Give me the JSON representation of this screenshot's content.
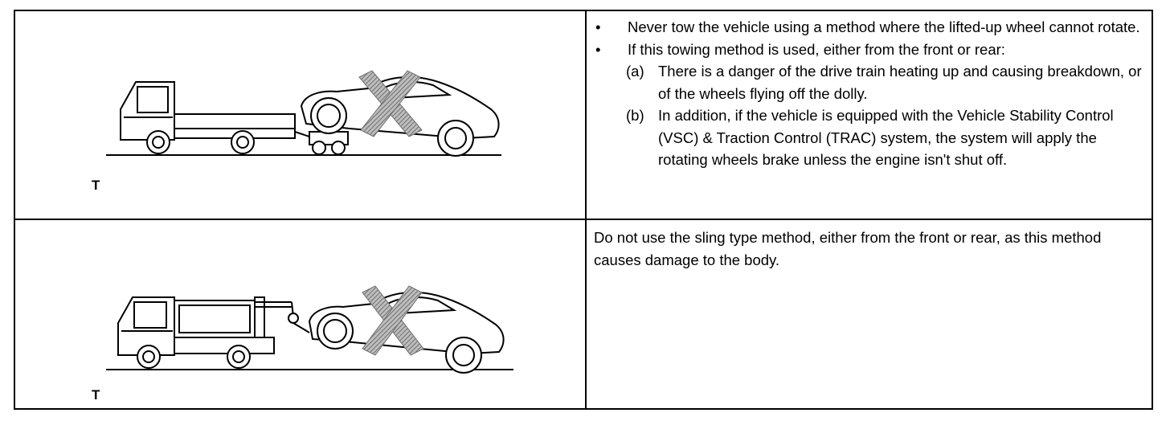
{
  "rows": [
    {
      "illustration": {
        "subject": "flatbed truck towing car with front wheels on dolly",
        "crossed_out": true,
        "code": "T"
      },
      "bullets": [
        {
          "marker": "•",
          "text": "Never tow the vehicle using a method where the lifted-up wheel cannot rotate."
        },
        {
          "marker": "•",
          "text": "If this towing method is used, either from the front or rear:"
        }
      ],
      "subitems": [
        {
          "label": "(a)",
          "text": "There is a danger of the drive train heating up and causing breakdown, or of the wheels flying off the dolly."
        },
        {
          "label": "(b)",
          "text": "In addition, if the vehicle is equipped with the Vehicle Stability Control (VSC) & Traction Control (TRAC) system, the system will apply the rotating wheels brake unless the engine isn't shut off."
        }
      ]
    },
    {
      "illustration": {
        "subject": "sling type tow truck lifting car",
        "crossed_out": true,
        "code": "T"
      },
      "paragraph": "Do not use the sling type method, either from the front or rear, as this method causes damage to the body."
    }
  ],
  "colors": {
    "cross": "#8c8c8c",
    "line": "#000000"
  }
}
